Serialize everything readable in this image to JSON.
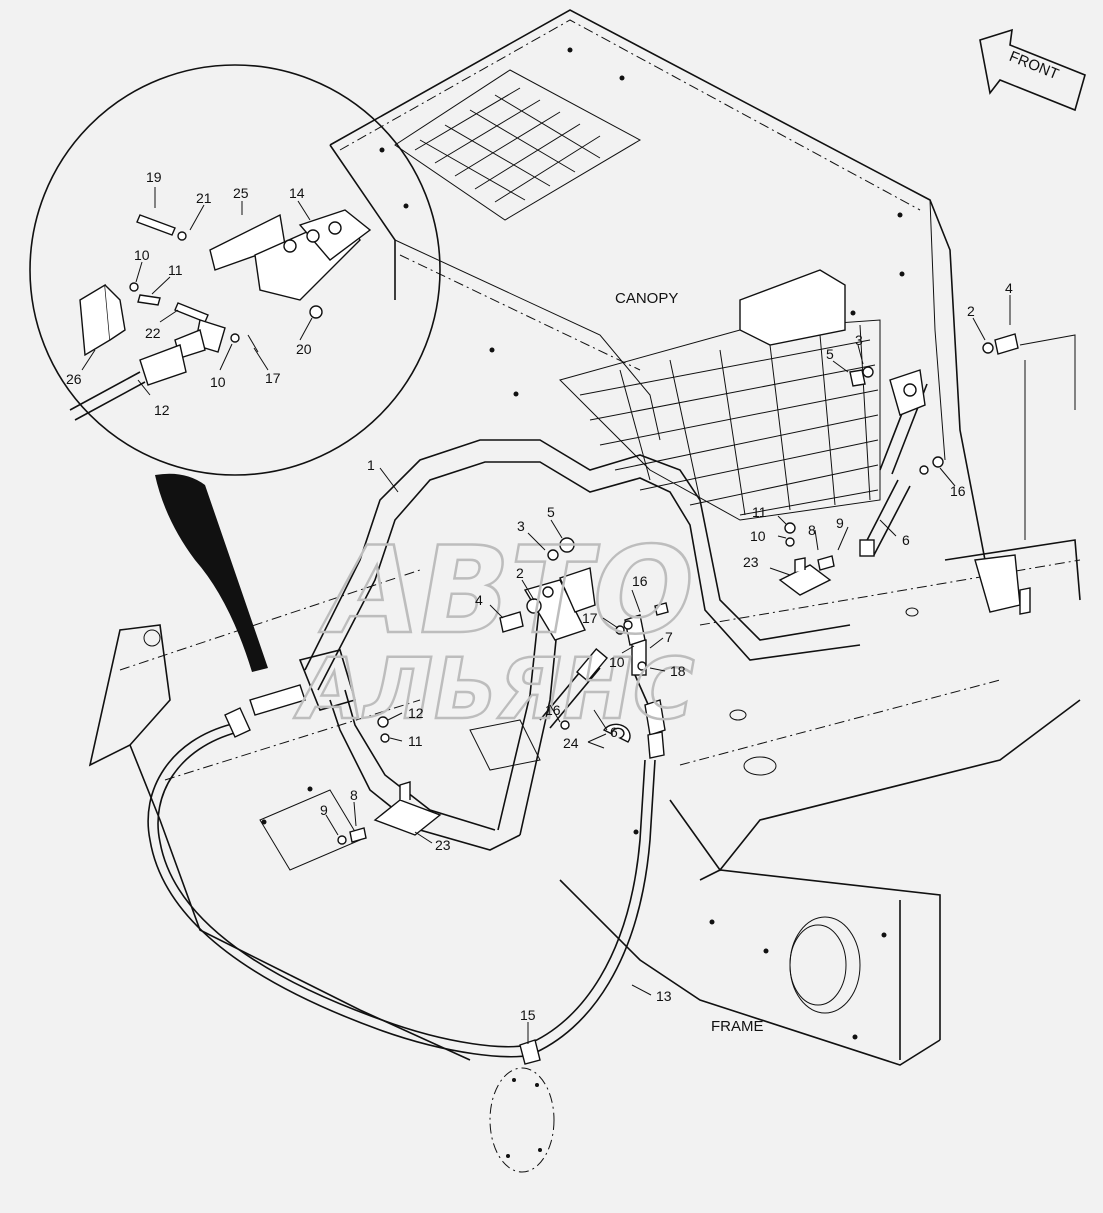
{
  "labels": {
    "front": "FRONT",
    "canopy": "CANOPY",
    "frame": "FRAME",
    "watermark_top": "АВТО",
    "watermark_bottom": "АЛЬЯНС"
  },
  "callouts": [
    "1",
    "2",
    "2",
    "3",
    "3",
    "4",
    "4",
    "5",
    "5",
    "6",
    "6",
    "7",
    "8",
    "8",
    "9",
    "9",
    "10",
    "10",
    "10",
    "10",
    "11",
    "11",
    "11",
    "12",
    "12",
    "13",
    "14",
    "15",
    "16",
    "16",
    "16",
    "17",
    "17",
    "18",
    "19",
    "20",
    "21",
    "22",
    "23",
    "23",
    "24",
    "25",
    "26"
  ],
  "colors": {
    "line": "#111111",
    "background": "#f2f2f2",
    "watermark": "#bdbdbd"
  }
}
